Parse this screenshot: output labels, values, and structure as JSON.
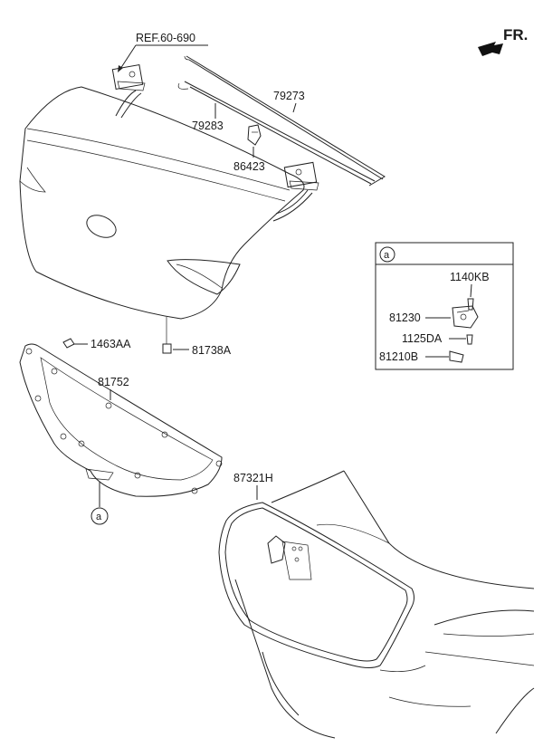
{
  "header": {
    "direction_label": "FR."
  },
  "parts": {
    "ref": "REF.60-690",
    "p79273": "79273",
    "p79283": "79283",
    "p86423": "86423",
    "p1463AA": "1463AA",
    "p81738A": "81738A",
    "p81752": "81752",
    "p87321H": "87321H"
  },
  "callout": {
    "marker": "a",
    "items": {
      "p1140KB": "1140KB",
      "p81230": "81230",
      "p1125DA": "1125DA",
      "p81210B": "81210B"
    }
  },
  "icons": [
    "front-direction-arrow-icon",
    "callout-a-circle-icon"
  ]
}
